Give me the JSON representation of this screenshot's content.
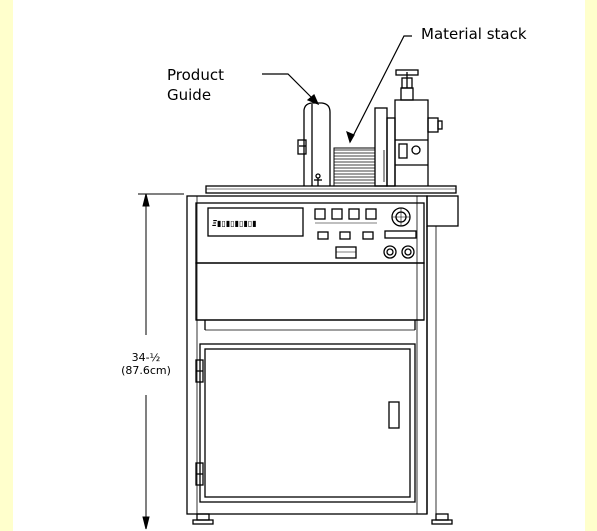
{
  "labels": {
    "material_stack": "Material stack",
    "product_guide_line1": "Product",
    "product_guide_line2": "Guide"
  },
  "dimension": {
    "imperial": "34-½",
    "metric": "(87.6cm)"
  },
  "colors": {
    "background": "#ffffcc",
    "panel": "#ffffff",
    "line": "#000000"
  }
}
